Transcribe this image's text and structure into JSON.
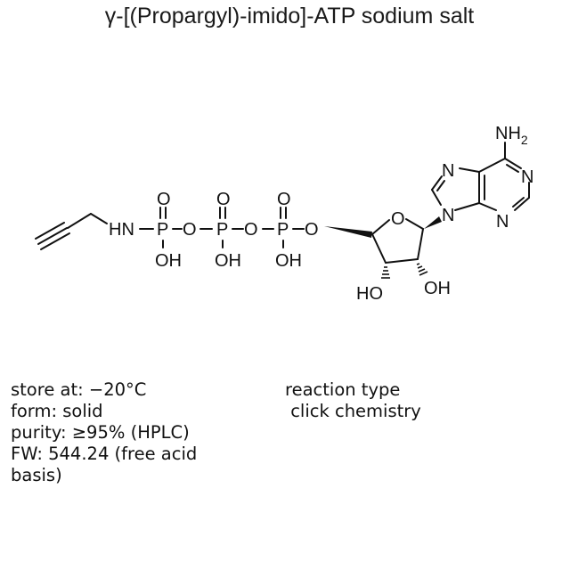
{
  "title": "γ-[(Propargyl)-imido]-ATP sodium salt",
  "structure": {
    "labels": {
      "hn": "HN",
      "p1": "P",
      "p2": "P",
      "p3": "P",
      "o_top1": "O",
      "o_top2": "O",
      "o_top3": "O",
      "oh1": "OH",
      "oh2": "OH",
      "oh3": "OH",
      "o_link1": "O",
      "o_link2": "O",
      "o_link3": "O",
      "ring_o": "O",
      "ho_3": "HO",
      "oh_2": "OH",
      "n9": "N",
      "n7": "N",
      "n1": "N",
      "n3": "N",
      "nh2_main": "NH",
      "nh2_sub": "2"
    }
  },
  "properties": {
    "store_at": "store at: −20°C",
    "form": "form: solid",
    "purity": "purity: ≥95% (HPLC)",
    "fw_line1": "FW: 544.24 (free acid",
    "fw_line2": "basis)"
  },
  "reaction": {
    "label": "reaction type",
    "value": " click chemistry"
  }
}
